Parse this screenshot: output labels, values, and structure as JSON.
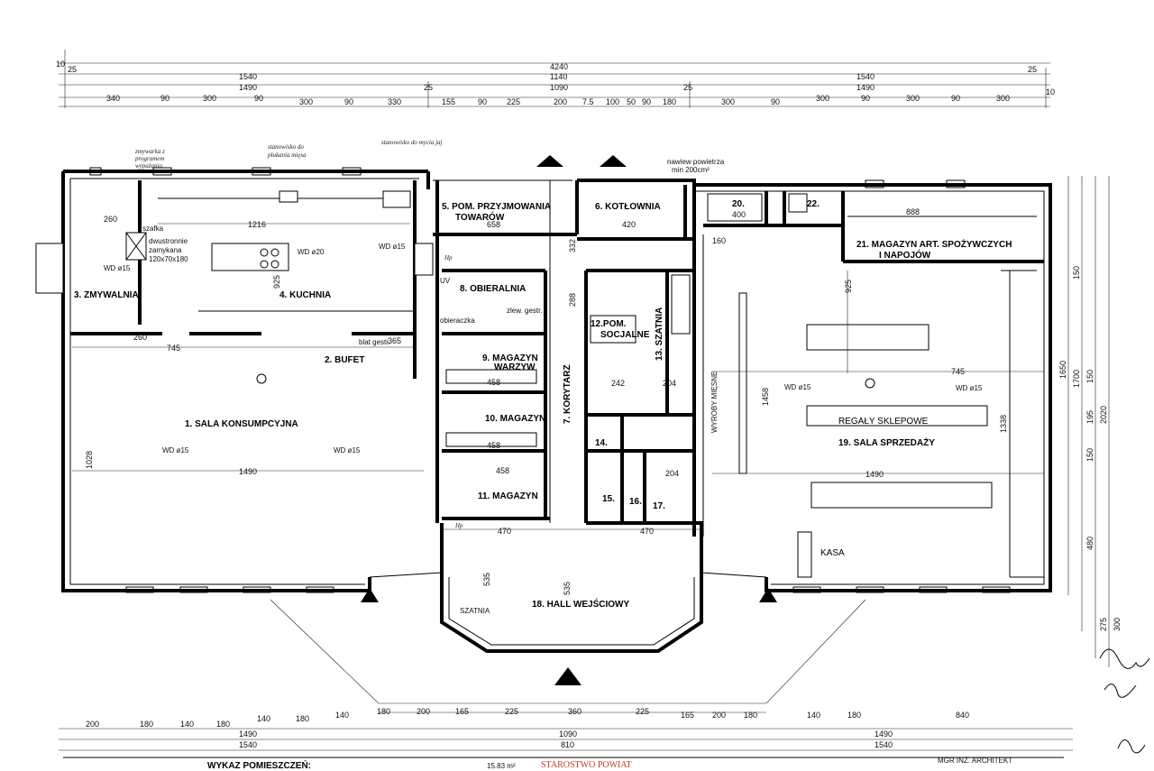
{
  "dimensions": {
    "top": {
      "total": "4240",
      "row2": [
        "1540",
        "1140",
        "1540"
      ],
      "row3": [
        "1490",
        "1090",
        "1490"
      ],
      "row4": [
        "340",
        "90",
        "300",
        "90",
        "300",
        "90",
        "330",
        "155",
        "90",
        "225",
        "200",
        "7.5",
        "100",
        "50",
        "90",
        "180",
        "300",
        "90",
        "300",
        "90",
        "300",
        "90",
        "300"
      ],
      "small": [
        "25",
        "25",
        "25",
        "25",
        "10",
        "10"
      ]
    },
    "bottom": {
      "row1": [
        "200",
        "180",
        "140",
        "180",
        "140",
        "180",
        "140",
        "180",
        "200",
        "165",
        "225",
        "360",
        "225",
        "165",
        "200",
        "180",
        "140",
        "180",
        "840"
      ],
      "row2": [
        "1490",
        "1090",
        "1490"
      ],
      "row3": [
        "1540",
        "810",
        "1540"
      ]
    },
    "right": [
      "1700",
      "1650",
      "2020",
      "150",
      "195",
      "150",
      "480",
      "275",
      "300",
      "150"
    ],
    "interior": [
      "1216",
      "745",
      "1490",
      "1490",
      "745",
      "1028",
      "1338",
      "1458",
      "458",
      "458",
      "458",
      "470",
      "470",
      "535",
      "535",
      "658",
      "420",
      "400",
      "888",
      "160",
      "365",
      "260",
      "260",
      "925",
      "925",
      "332",
      "288",
      "242",
      "204",
      "204"
    ]
  },
  "rooms": {
    "r1": "1. SALA KONSUMPCYJNA",
    "r2": "2. BUFET",
    "r3": "3. ZMYWALNIA",
    "r4": "4. KUCHNIA",
    "r5a": "5. POM. PRZYJMOWANIA",
    "r5b": "TOWARÓW",
    "r6": "6. KOTŁOWNIA",
    "r7": "7. KORYTARZ",
    "r8": "8. OBIERALNIA",
    "r9a": "9. MAGAZYN",
    "r9b": "WARZYW",
    "r10": "10. MAGAZYN",
    "r11": "11. MAGAZYN",
    "r12a": "12.POM.",
    "r12b": "SOCJALNE",
    "r13": "13. SZATNIA",
    "r14": "14.",
    "r15": "15.",
    "r16": "16.",
    "r17": "17.",
    "r18": "18. HALL WEJŚCIOWY",
    "r19": "19. SALA SPRZEDAŻY",
    "r20": "20.",
    "r21a": "21. MAGAZYN ART. SPOŻYWCZYCH",
    "r21b": "I NAPOJÓW",
    "r22": "22."
  },
  "labels": {
    "regaly": "REGAŁY SKLEPOWE",
    "kasa": "KASA",
    "wyroby": "WYROBY MIĘSNE",
    "szatnia": "SZATNIA",
    "nawiew1": "nawiew powietrza",
    "nawiew2": "min 200cm²",
    "szafka1": "szafka",
    "szafka2": "dwustronnie",
    "szafka3": "zamykana",
    "szafka4": "120x70x180",
    "zmyw1": "zmywarka z",
    "zmyw2": "programem",
    "zmyw3": "wypażania",
    "stano1": "stanowisko do",
    "stano2": "płukania mięsa",
    "stano3": "stanowisko do mycia jaj",
    "bufetgestr": "blat gestr.",
    "obieraczka": "obieraczka",
    "zlew": "zlew. gestr.",
    "uv": "UV",
    "hp1": "Hp",
    "hp2": "Hp",
    "wd1": "WD ø15",
    "wd2": "WD ø15",
    "wd3": "WD ø15",
    "wd4": "WD ø15",
    "wd5": "WD ø15",
    "wd6": "WD ø20",
    "wd7": "WD ø15"
  },
  "footer": {
    "title": "WYKAZ POMIESZCZEŃ:",
    "area": "15.83 m²",
    "stamp": "STAROSTWO POWIAT",
    "author": "MGR INŻ. ARCHITEKT"
  },
  "colors": {
    "line": "#000000",
    "stamp": "#c0392b",
    "background": "#ffffff"
  }
}
